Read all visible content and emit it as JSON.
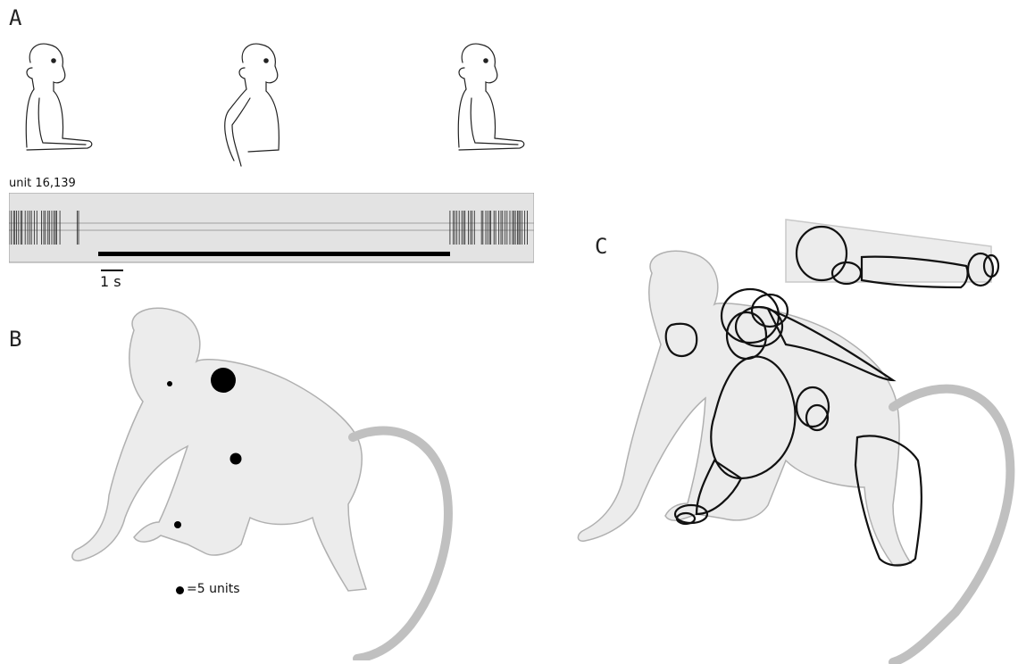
{
  "panels": {
    "a": {
      "letter": "A",
      "unit_label": "unit 16,139",
      "scale_label": "1 s",
      "spike_clusters": [
        {
          "start": 0.0,
          "end": 0.055
        },
        {
          "start": 0.062,
          "end": 0.1
        },
        {
          "start": 0.13,
          "end": 0.135
        },
        {
          "start": 0.84,
          "end": 0.89
        },
        {
          "start": 0.9,
          "end": 0.99
        }
      ],
      "stimulus_bar": {
        "start": 0.17,
        "end": 0.84
      }
    },
    "b": {
      "letter": "B",
      "legend_label": "=5 units"
    },
    "c": {
      "letter": "C"
    }
  },
  "colors": {
    "ink": "#000000",
    "raster_bg": "#e3e3e3",
    "fur": "#b8b8b8"
  }
}
